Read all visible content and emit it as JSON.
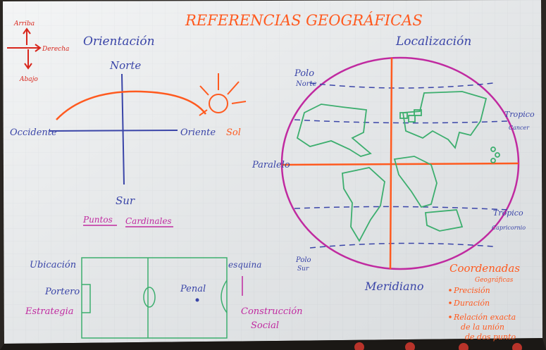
{
  "title": "REFERENCIAS GEOGRÁFICAS",
  "orientation": {
    "heading": "Orientación",
    "north": "Norte",
    "south": "Sur",
    "west": "Occidente",
    "east": "Oriente",
    "sun": "Sol",
    "caption_a": "Puntos",
    "caption_b": "Cardinales"
  },
  "arrows": {
    "up": "Arriba",
    "right": "Derecha",
    "down": "Abajo"
  },
  "localization": {
    "heading": "Localización",
    "north_pole_a": "Polo",
    "north_pole_b": "Norte",
    "south_pole_a": "Polo",
    "south_pole_b": "Sur",
    "tropic_cancer_a": "Tropico",
    "tropic_cancer_b": "Cancer",
    "tropic_capricorn_a": "Tropico",
    "tropic_capricorn_b": "Capricornio",
    "parallel": "Paralelo",
    "meridian": "Meridiano"
  },
  "coordinates": {
    "heading_a": "Coordenadas",
    "heading_b": "Geográficas",
    "items": [
      "Precisión",
      "Duración",
      "Relación exacta",
      "de la unión",
      "de dos punto"
    ]
  },
  "field": {
    "location": "Ubicación",
    "corner": "esquina",
    "penalty": "Penal",
    "goalkeeper": "Portero",
    "strategy": "Estrategia",
    "construction_a": "Construcción",
    "construction_b": "Social"
  },
  "colors": {
    "board": "#eef0f1",
    "orange": "#ff5a1f",
    "blue": "#3a45a8",
    "magenta": "#c02aa0",
    "green": "#3cae6e",
    "red": "#d8261c"
  }
}
